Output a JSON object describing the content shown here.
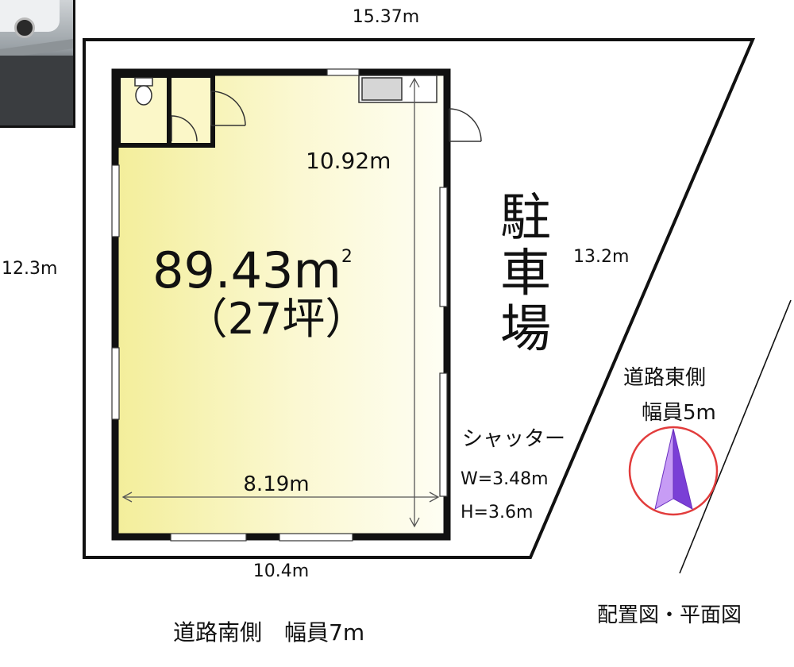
{
  "dimensions": {
    "top": "15.37m",
    "left": "12.3m",
    "bottom": "10.4m",
    "right": "13.2m",
    "room_height": "10.92m",
    "room_width": "8.19m"
  },
  "area": {
    "value": "89.43m",
    "unit_sup": "2",
    "tsubo": "（27坪）"
  },
  "parking_label": [
    "駐",
    "車",
    "場"
  ],
  "shutter": {
    "label": "シャッター",
    "width": "W=3.48m",
    "height": "H=3.6m"
  },
  "east_road": {
    "line1": "道路東側",
    "line2": "幅員5m"
  },
  "south_road": "道路南側　幅員7m",
  "caption": "配置図・平面図",
  "colors": {
    "floor_light": "#fdfde8",
    "floor_dark": "#f4f0a0",
    "wall": "#111111",
    "compass_circle": "#e23c3c",
    "compass_arrow": "#9b59e6"
  }
}
